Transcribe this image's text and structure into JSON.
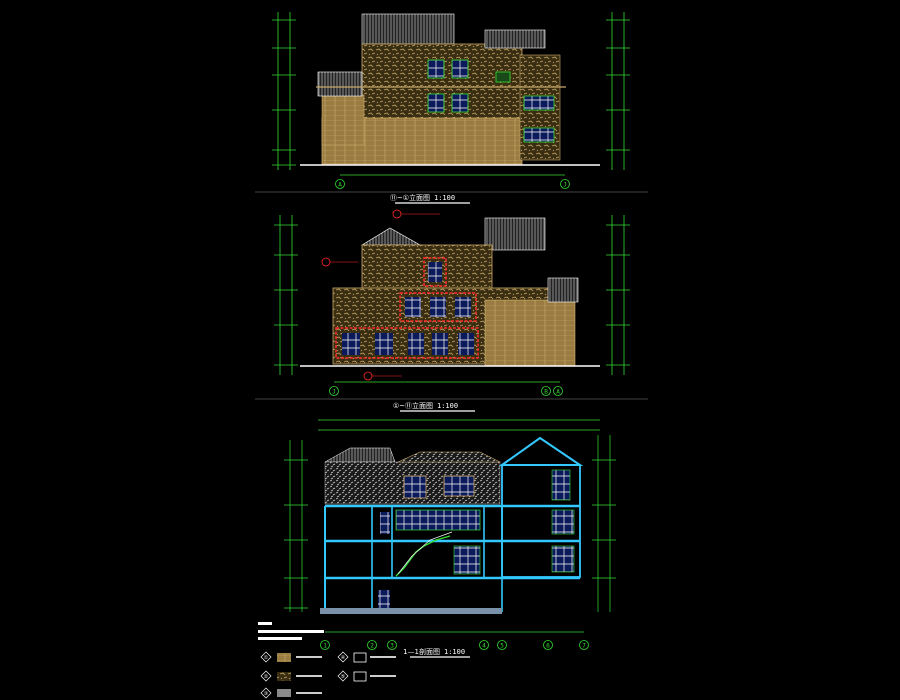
{
  "drawing": {
    "background": "#000000",
    "colors": {
      "stone": "#8a7440",
      "stone_light": "#c8a868",
      "wall_tan": "#b89a5c",
      "roof": "#8a8a8a",
      "green": "#33dd33",
      "window_blue": "#2a5cff",
      "red": "#ff2a2a",
      "cyan": "#33c8ff",
      "white": "#ffffff",
      "section_fill": "#7890a8"
    }
  },
  "elevation_top": {
    "caption": "⑪~①立面图",
    "scale": "1:100",
    "axis_left": "A",
    "axis_right": "J"
  },
  "elevation_middle": {
    "caption": "①~⑪立面图",
    "scale": "1:100",
    "axis_left": "J",
    "axis_right_a": "B",
    "axis_right_b": "A"
  },
  "section": {
    "caption": "1—1剖面图",
    "scale": "1:100",
    "axes": [
      "1",
      "2",
      "3",
      "4",
      "5",
      "6",
      "7"
    ]
  },
  "legend": {
    "items": [
      {
        "num": "①",
        "swatch": "stone_light"
      },
      {
        "num": "②",
        "swatch": "stone"
      },
      {
        "num": "③",
        "swatch": "roof"
      },
      {
        "num": "④",
        "swatch": "white"
      },
      {
        "num": "⑤",
        "swatch": "white"
      }
    ]
  }
}
